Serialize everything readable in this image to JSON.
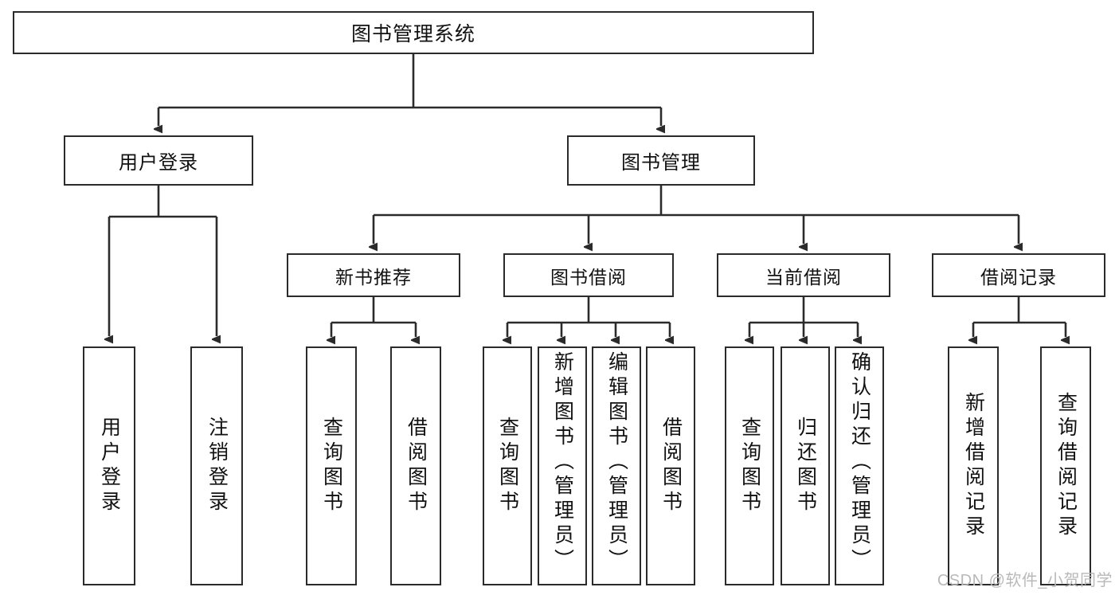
{
  "diagram": {
    "title": "图书管理系统",
    "watermark": "CSDN @软件_小贺同学",
    "root": {
      "label": "图书管理系统"
    },
    "level2": [
      {
        "id": "user-login",
        "label": "用户登录"
      },
      {
        "id": "book-management",
        "label": "图书管理"
      }
    ],
    "level3": [
      {
        "id": "new-book-recommend",
        "label": "新书推荐"
      },
      {
        "id": "book-borrow",
        "label": "图书借阅"
      },
      {
        "id": "current-borrow",
        "label": "当前借阅"
      },
      {
        "id": "borrow-record",
        "label": "借阅记录"
      }
    ],
    "leaves": {
      "user_login": [
        {
          "id": "leaf-user-login",
          "label": "用户登录"
        },
        {
          "id": "leaf-logout-login",
          "label": "注销登录"
        }
      ],
      "new_book_recommend": [
        {
          "id": "leaf-query-book-1",
          "label": "查询图书"
        },
        {
          "id": "leaf-borrow-book-1",
          "label": "借阅图书"
        }
      ],
      "book_borrow": [
        {
          "id": "leaf-query-book-2",
          "label": "查询图书"
        },
        {
          "id": "leaf-add-book",
          "label": "新增图书（管理员）"
        },
        {
          "id": "leaf-edit-book",
          "label": "编辑图书（管理员）"
        },
        {
          "id": "leaf-borrow-book-2",
          "label": "借阅图书"
        }
      ],
      "current_borrow": [
        {
          "id": "leaf-query-book-3",
          "label": "查询图书"
        },
        {
          "id": "leaf-return-book",
          "label": "归还图书"
        },
        {
          "id": "leaf-confirm-return",
          "label": "确认归还（管理员）"
        }
      ],
      "borrow_record": [
        {
          "id": "leaf-add-record",
          "label": "新增借阅记录"
        },
        {
          "id": "leaf-query-record",
          "label": "查询借阅记录"
        }
      ]
    },
    "colors": {
      "line": "#2b2b2b",
      "box_fill": "#ffffff",
      "text": "#111111",
      "watermark": "#b9b9b9"
    }
  }
}
